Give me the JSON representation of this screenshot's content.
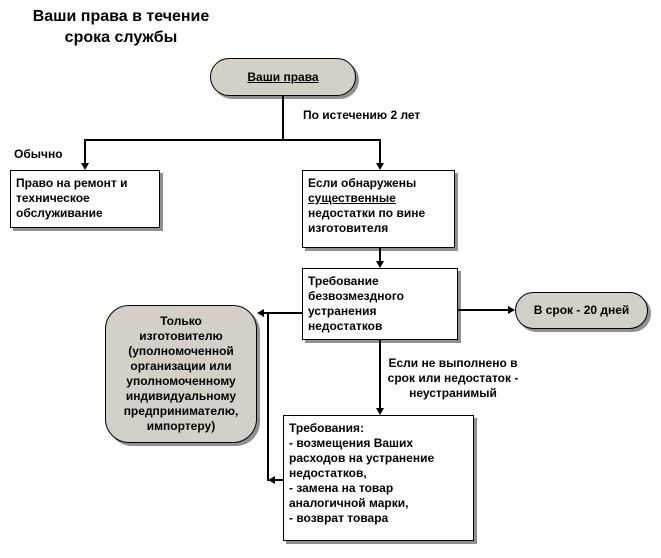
{
  "title": "Ваши права в течение\nсрока службы",
  "colors": {
    "node_gray_fill": "#d4d0c8",
    "shadow_gray": "#909090",
    "border": "#000000",
    "background": "#ffffff"
  },
  "nodes": {
    "start": "Ваши права",
    "repair": "Право на ремонт и\nтехническое\nобслуживание",
    "defects": {
      "prefix": "Если обнаружены",
      "underlined": "существенные",
      "suffix": "недостатки по вине изготовителя"
    },
    "demand": "Требование\nбезвозмездного\nустранения\nнедостатков",
    "term": "В срок - 20 дней",
    "demands": "Требования:\n- возмещения Ваших\nрасходов на устранение\nнедостатков,\n- замена на товар\nаналогичной марки,\n- возврат товара",
    "manufacturer": "Только\nизготовителю\n(уполномоченной\nорганизации или\nуполномоченному\nиндивидуальному\nпредпринимателю,\nимпортеру)"
  },
  "labels": {
    "after_two_years": "По истечению 2 лет",
    "usually": "Обычно",
    "if_not_done": "Если не выполнено в\nсрок или недостаток -\nнеустранимый"
  }
}
